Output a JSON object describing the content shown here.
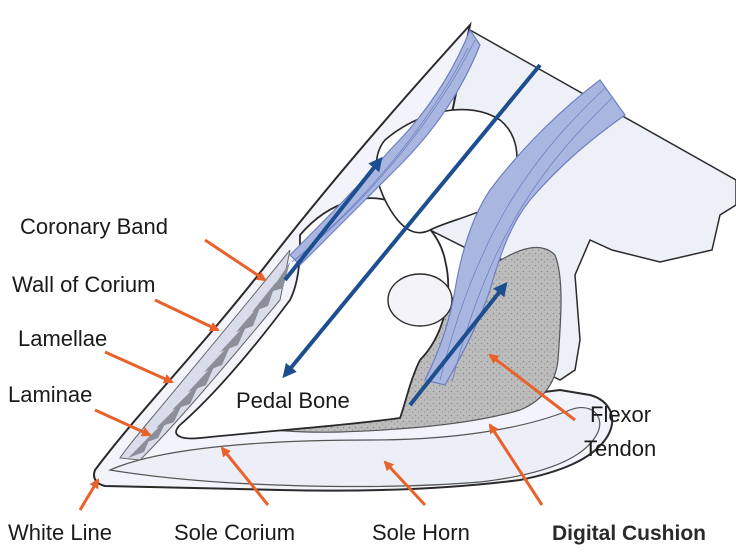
{
  "labels": {
    "coronary_band": "Coronary Band",
    "wall_of_corium": "Wall of Corium",
    "lamellae": "Lamellae",
    "laminae": "Laminae",
    "white_line": "White Line",
    "sole_corium": "Sole Corium",
    "sole_horn": "Sole Horn",
    "digital_cushion": "Digital Cushion",
    "pedal_bone": "Pedal Bone",
    "flexor": "Flexor",
    "tendon": "Tendon"
  },
  "colors": {
    "label_arrow": "#e8622a",
    "force_arrow": "#1d4e8f",
    "tendon_fill": "#a9b7e0",
    "tendon_line": "#6f7fc2",
    "cushion": "#b9b9b9",
    "bone": "#ffffff",
    "tissue": "#e9ebf6",
    "outline": "#2a2a2a"
  }
}
